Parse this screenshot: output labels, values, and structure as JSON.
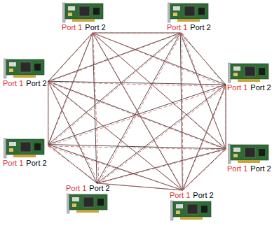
{
  "diagram": {
    "nodes": [
      {
        "text": [
          "Port 1",
          "Port 2"
        ]
      },
      {
        "text": [
          "Port 1",
          "Port 2"
        ]
      },
      {
        "text": [
          "Port 1",
          "Port 2"
        ]
      },
      {
        "text": [
          "Port 1",
          "Port 2"
        ]
      },
      {
        "text": [
          "Port 1",
          "Port 2"
        ]
      },
      {
        "text": [
          "Port 1",
          "Port 2"
        ]
      },
      {
        "text": [
          "Port 1",
          "Port 2"
        ]
      },
      {
        "text": [
          "Port 1",
          "Port 2"
        ]
      }
    ],
    "edges": [
      {
        "from": 0,
        "to": 1,
        "arrow": "none"
      },
      {
        "from": 0,
        "to": 2,
        "arrow": "none"
      },
      {
        "from": 0,
        "to": 3,
        "arrow": "none"
      },
      {
        "from": 0,
        "to": 4,
        "arrow": "none"
      },
      {
        "from": 0,
        "to": 5,
        "arrow": "none"
      },
      {
        "from": 0,
        "to": 6,
        "arrow": "none"
      },
      {
        "from": 0,
        "to": 7,
        "arrow": "none"
      },
      {
        "from": 1,
        "to": 2,
        "arrow": "none"
      },
      {
        "from": 1,
        "to": 3,
        "arrow": "none"
      },
      {
        "from": 1,
        "to": 4,
        "arrow": "none"
      },
      {
        "from": 1,
        "to": 5,
        "arrow": "none"
      },
      {
        "from": 1,
        "to": 6,
        "arrow": "none"
      },
      {
        "from": 1,
        "to": 7,
        "arrow": "none"
      },
      {
        "from": 2,
        "to": 3,
        "arrow": "none"
      },
      {
        "from": 2,
        "to": 4,
        "arrow": "none"
      },
      {
        "from": 2,
        "to": 5,
        "arrow": "none"
      },
      {
        "from": 2,
        "to": 6,
        "arrow": "none"
      },
      {
        "from": 2,
        "to": 7,
        "arrow": "none"
      },
      {
        "from": 3,
        "to": 4,
        "arrow": "none"
      },
      {
        "from": 3,
        "to": 5,
        "arrow": "none"
      },
      {
        "from": 3,
        "to": 6,
        "arrow": "none"
      },
      {
        "from": 3,
        "to": 7,
        "arrow": "none"
      },
      {
        "from": 4,
        "to": 5,
        "arrow": "none"
      },
      {
        "from": 4,
        "to": 6,
        "arrow": "none"
      },
      {
        "from": 4,
        "to": 7,
        "arrow": "none"
      },
      {
        "from": 5,
        "to": 6,
        "arrow": "none"
      },
      {
        "from": 5,
        "to": 7,
        "arrow": "none"
      },
      {
        "from": 6,
        "to": 7,
        "arrow": "none"
      },
      {
        "from": 0,
        "to": 1,
        "arrow": "none"
      },
      {
        "from": 0,
        "to": 2,
        "arrow": "none"
      },
      {
        "from": 0,
        "to": 3,
        "arrow": "none"
      },
      {
        "from": 0,
        "to": 4,
        "arrow": "none"
      },
      {
        "from": 0,
        "to": 5,
        "arrow": "none"
      },
      {
        "from": 0,
        "to": 6,
        "arrow": "none"
      },
      {
        "from": 0,
        "to": 7,
        "arrow": "none"
      },
      {
        "from": 1,
        "to": 2,
        "arrow": "none"
      },
      {
        "from": 1,
        "to": 3,
        "arrow": "none"
      },
      {
        "from": 1,
        "to": 4,
        "arrow": "none"
      },
      {
        "from": 1,
        "to": 5,
        "arrow": "none"
      },
      {
        "from": 1,
        "to": 6,
        "arrow": "none"
      },
      {
        "from": 1,
        "to": 7,
        "arrow": "none"
      },
      {
        "from": 2,
        "to": 3,
        "arrow": "none"
      },
      {
        "from": 2,
        "to": 4,
        "arrow": "none"
      },
      {
        "from": 2,
        "to": 5,
        "arrow": "none"
      },
      {
        "from": 2,
        "to": 6,
        "arrow": "none"
      },
      {
        "from": 2,
        "to": 7,
        "arrow": "none"
      },
      {
        "from": 3,
        "to": 4,
        "arrow": "none"
      },
      {
        "from": 3,
        "to": 5,
        "arrow": "none"
      },
      {
        "from": 3,
        "to": 6,
        "arrow": "none"
      },
      {
        "from": 3,
        "to": 7,
        "arrow": "none"
      },
      {
        "from": 4,
        "to": 5,
        "arrow": "none"
      },
      {
        "from": 4,
        "to": 6,
        "arrow": "none"
      },
      {
        "from": 4,
        "to": 7,
        "arrow": "none"
      },
      {
        "from": 5,
        "to": 6,
        "arrow": "none"
      },
      {
        "from": 5,
        "to": 7,
        "arrow": "none"
      },
      {
        "from": 6,
        "to": 7,
        "arrow": "none"
      }
    ]
  }
}
